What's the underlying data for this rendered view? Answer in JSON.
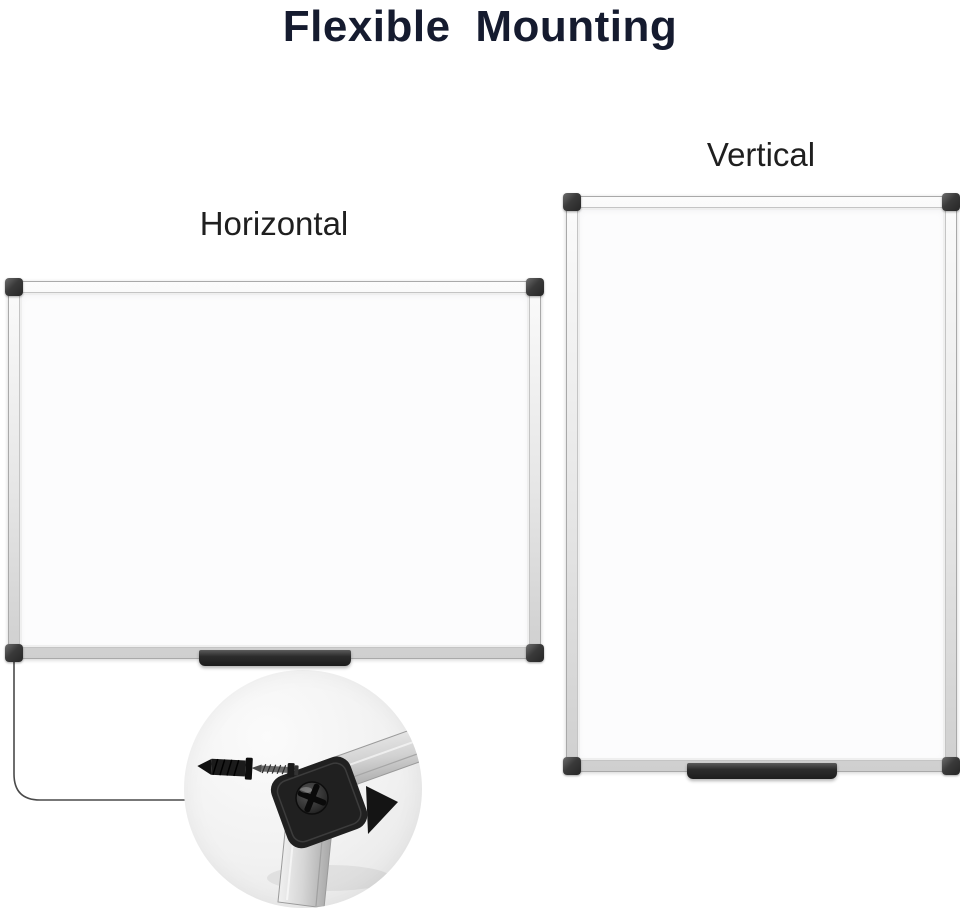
{
  "title": "Flexible Mounting",
  "boards": {
    "horizontal": {
      "label": "Horizontal"
    },
    "vertical": {
      "label": "Vertical"
    }
  },
  "callout_icons": [
    "wall-anchor-icon",
    "mounting-screw-icon",
    "corner-bracket-icon",
    "screw-head-icon",
    "aluminum-frame-corner"
  ],
  "colors": {
    "title_text": "#151b2f",
    "label_text": "#1f1f1f",
    "frame_silver": "#d8d8d8",
    "board_surface": "#fcfcfd",
    "corner_cap": "#3a3a3a",
    "tray_dark": "#2a2a2a",
    "callout_background": "#efefef",
    "leader_line": "#4a4a4a"
  }
}
